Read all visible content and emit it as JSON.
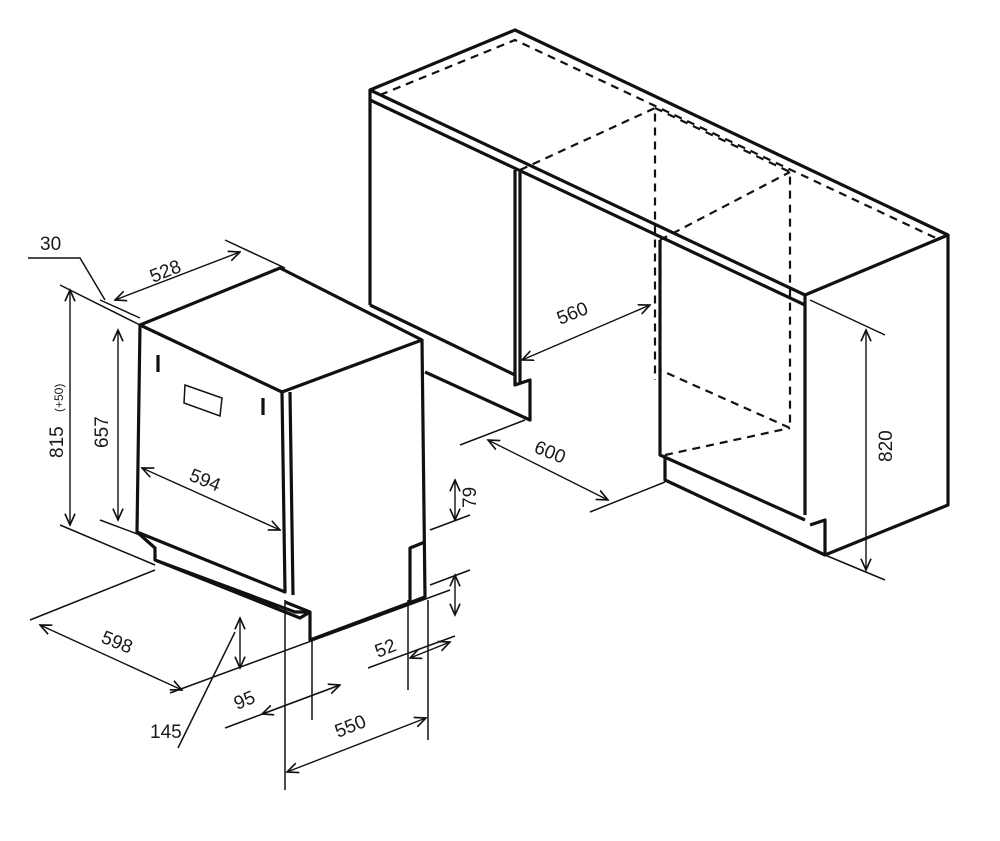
{
  "diagram": {
    "dimensions": {
      "d30": "30",
      "d528": "528",
      "d815": "815",
      "d815_tol": "(+50)",
      "d657": "657",
      "d594": "594",
      "d598": "598",
      "d145": "145",
      "d95": "95",
      "d550": "550",
      "d52": "52",
      "d79": "79",
      "d560": "560",
      "d600": "600",
      "d820": "820"
    },
    "line_color": "#111111"
  }
}
